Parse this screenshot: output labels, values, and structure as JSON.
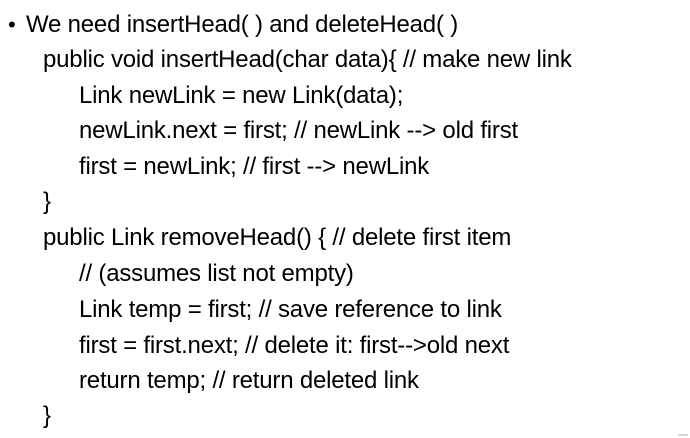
{
  "slide": {
    "bullet": "•",
    "lines": [
      "We need insertHead( ) and deleteHead( )",
      "public void insertHead(char data){ // make new link",
      "Link newLink = new Link(data);",
      "newLink.next = first; // newLink --> old first",
      "first = newLink; // first --> newLink",
      "}",
      "public Link removeHead() { // delete first item",
      "// (assumes list not empty)",
      "Link temp = first; // save reference to link",
      "first = first.next; // delete it: first-->old next",
      "return temp; // return deleted link",
      "}"
    ]
  }
}
